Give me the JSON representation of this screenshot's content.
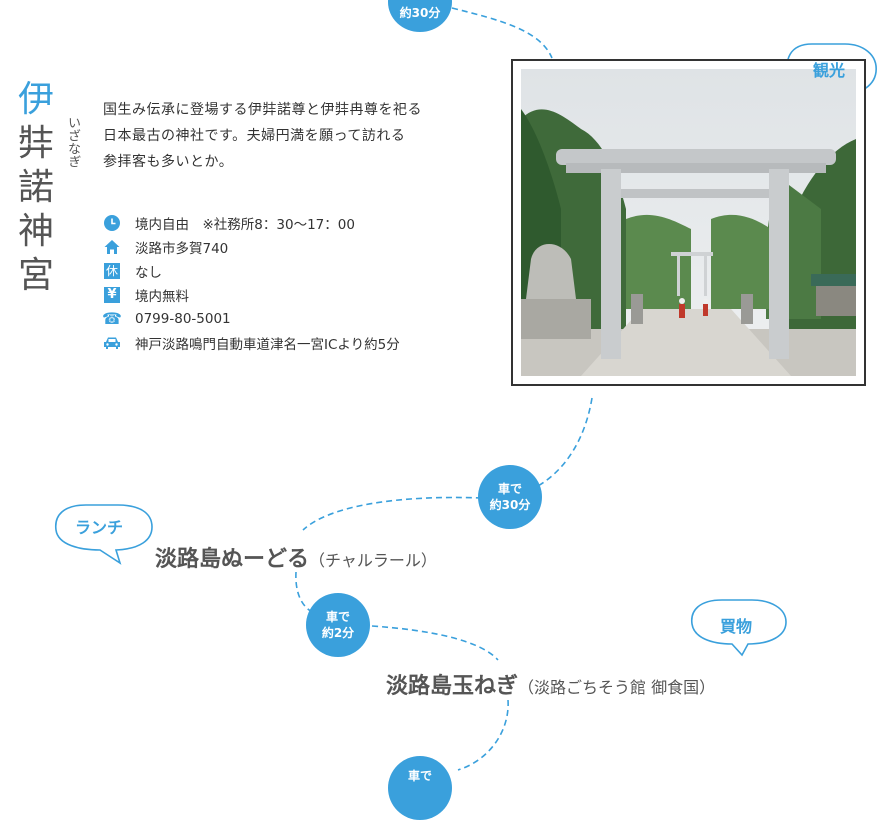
{
  "top_bubble": {
    "line1": "約30分"
  },
  "category_kanko": "観光",
  "shrine": {
    "title_chars": [
      "伊",
      "弉",
      "諾",
      "神",
      "宮"
    ],
    "reading": "いざなぎ",
    "description": [
      "国生み伝承に登場する伊弉諾尊と伊弉冉尊を祀る",
      "日本最古の神社です。夫婦円満を願って訪れる",
      "参拝客も多いとか。"
    ],
    "info": [
      {
        "icon": "clock-icon",
        "text": "境内自由　※社務所8：30〜17：00"
      },
      {
        "icon": "house-icon",
        "text": "淡路市多賀740"
      },
      {
        "icon": "closed-day-icon",
        "glyph": "休",
        "text": "なし"
      },
      {
        "icon": "yen-icon",
        "glyph": "¥",
        "text": "境内無料"
      },
      {
        "icon": "phone-icon",
        "glyph": "☎",
        "text": "0799-80-5001"
      },
      {
        "icon": "car-icon",
        "text": "神戸淡路鳴門自動車道津名一宮ICより約5分"
      }
    ]
  },
  "route1": {
    "line1": "車で",
    "line2": "約30分"
  },
  "category_lunch": "ランチ",
  "stop_nudoru": {
    "name": "淡路島ぬーどる",
    "sub": "（チャルラール）"
  },
  "route2": {
    "line1": "車で",
    "line2": "約2分"
  },
  "category_shopping": "買物",
  "stop_tamanegi": {
    "name": "淡路島玉ねぎ",
    "sub": "（淡路ごちそう館 御食国）"
  },
  "route3": {
    "line1": "車で"
  },
  "colors": {
    "accent": "#3aa0dc",
    "text": "#333333",
    "title": "#555555"
  }
}
